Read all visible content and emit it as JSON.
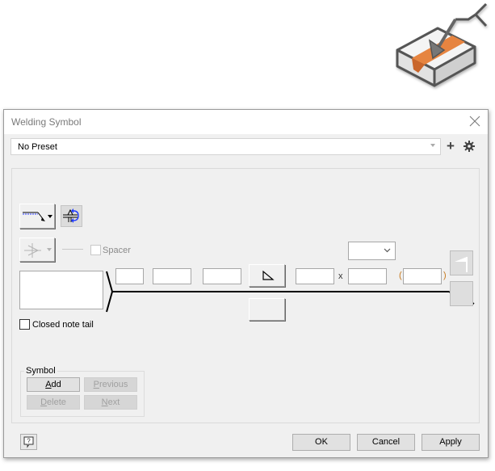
{
  "hero_icon": {
    "name": "welding-symbol-icon",
    "colors": {
      "bead": "#e07b39",
      "block": "#f2f2f2",
      "outline": "#555555",
      "arrow": "#666666"
    }
  },
  "dialog": {
    "title": "Welding Symbol",
    "close_icon": "close-icon",
    "preset": {
      "value": "No Preset",
      "add_icon": "+",
      "settings_icon": "gear-icon"
    },
    "leader_buttons": {
      "arrow_style_icon": "leader-arrow-icon",
      "flip_icon": "flip-arrow-side-icon"
    },
    "weld_symbol_button_icon": "weld-symbol-picker-icon",
    "spacer": {
      "label": "Spacer",
      "checked": false,
      "enabled": false
    },
    "note_text": "",
    "closed_note_tail": {
      "label": "Closed note tail",
      "checked": false
    },
    "arrow_side": {
      "prefix_value": "",
      "size_value": "",
      "depth_value": "",
      "symbol_button_icon": "fillet-weld-icon",
      "length_value": "",
      "multiply_sign": "x",
      "pitch_value": "",
      "paren_open": "(",
      "paren_value": "",
      "paren_close": ")"
    },
    "contour_select": {
      "value": ""
    },
    "other_side_symbol_button_icon": "",
    "field_weld_flag_icon": "field-weld-flag-icon",
    "all_around_icon": "tail-break-icon",
    "symbol_group": {
      "label": "Symbol",
      "add": {
        "label": "Add",
        "mnemonic": "A",
        "rest": "dd"
      },
      "previous": {
        "label": "Previous",
        "mnemonic": "P",
        "rest": "revious"
      },
      "delete": {
        "label": "Delete",
        "mnemonic": "D",
        "rest": "elete"
      },
      "next": {
        "label": "Next",
        "mnemonic": "N",
        "rest": "ext"
      }
    },
    "help_icon": "help-icon",
    "buttons": {
      "ok": "OK",
      "cancel": "Cancel",
      "apply": "Apply"
    }
  }
}
